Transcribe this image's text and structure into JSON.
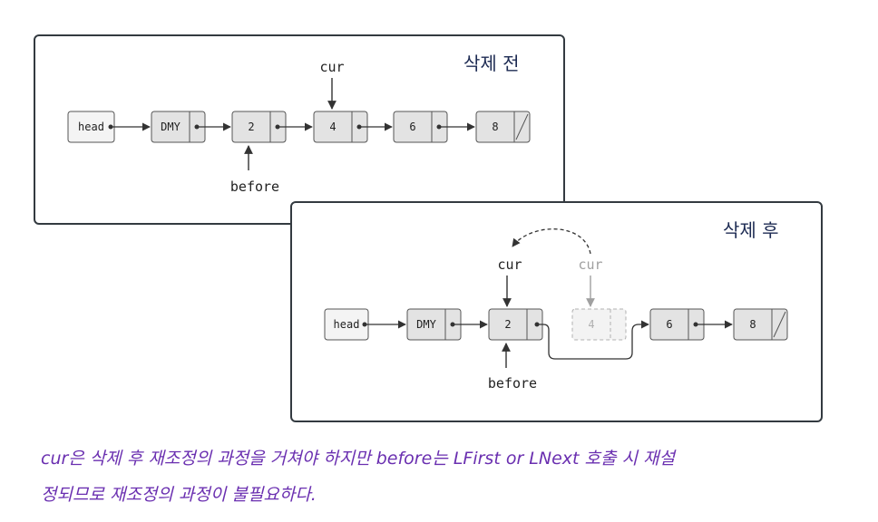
{
  "before_panel": {
    "title": "삭제 전",
    "nodes": [
      "head",
      "DMY",
      "2",
      "4",
      "6",
      "8"
    ],
    "cur_label": "cur",
    "before_label": "before"
  },
  "after_panel": {
    "title": "삭제 후",
    "nodes": [
      "head",
      "DMY",
      "2",
      "4",
      "6",
      "8"
    ],
    "cur_label": "cur",
    "old_cur_label": "cur",
    "before_label": "before"
  },
  "caption": {
    "line1": "cur은 삭제 후 재조정의 과정을 거쳐야 하지만 before는 LFirst or LNext 호출 시 재설",
    "line2": "정되므로 재조정의 과정이 불필요하다."
  },
  "colors": {
    "caption": "#6a2fb0",
    "title": "#1c2a52",
    "node_fill": "#e3e3e3",
    "removed_node": "#b0b0b0"
  }
}
